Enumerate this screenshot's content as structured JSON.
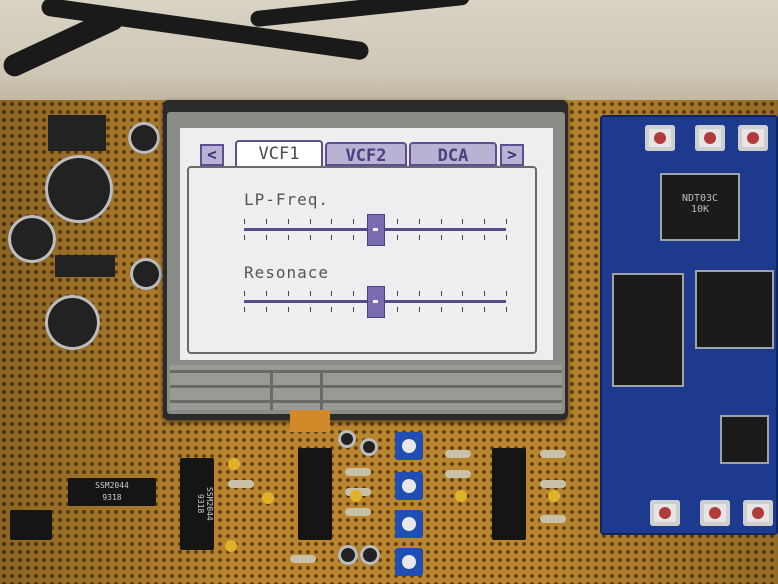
{
  "lcd": {
    "tabs": {
      "prev_arrow": "<",
      "next_arrow": ">",
      "items": [
        {
          "label": "VCF1",
          "active": true
        },
        {
          "label": "VCF2",
          "active": false
        },
        {
          "label": "DCA",
          "active": false
        }
      ]
    },
    "parameters": [
      {
        "label": "LP-Freq.",
        "level": 0.5
      },
      {
        "label": "Resonace",
        "level": 0.5
      }
    ]
  },
  "board_markings": {
    "chip_1": "SSM2044\n9318",
    "chip_2": "SSM2044\n9318",
    "blue_chip_top": "NDT03C\n10K"
  },
  "colors": {
    "pcb": "#b9852f",
    "lcd_background": "#eceef0",
    "tab_accent": "#5f4f92",
    "blue_board": "#1d3a8f"
  }
}
